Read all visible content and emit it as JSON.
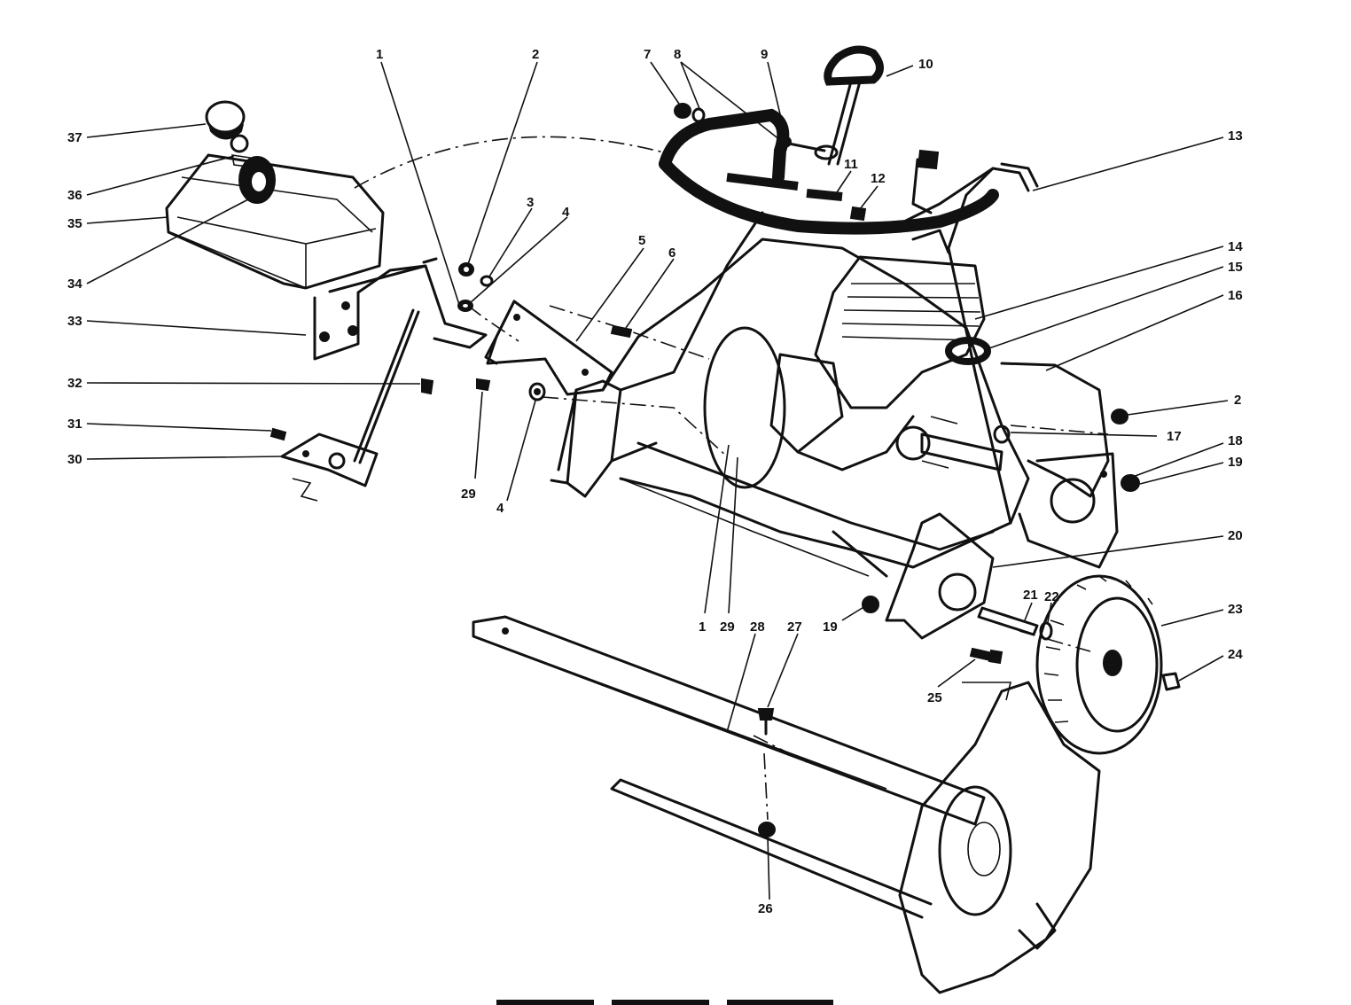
{
  "callouts": [
    {
      "id": "c1a",
      "label": "1"
    },
    {
      "id": "c2a",
      "label": "2"
    },
    {
      "id": "c3",
      "label": "3"
    },
    {
      "id": "c4a",
      "label": "4"
    },
    {
      "id": "c5",
      "label": "5"
    },
    {
      "id": "c6",
      "label": "6"
    },
    {
      "id": "c7",
      "label": "7"
    },
    {
      "id": "c8",
      "label": "8"
    },
    {
      "id": "c9",
      "label": "9"
    },
    {
      "id": "c10",
      "label": "10"
    },
    {
      "id": "c11",
      "label": "11"
    },
    {
      "id": "c12",
      "label": "12"
    },
    {
      "id": "c13",
      "label": "13"
    },
    {
      "id": "c14",
      "label": "14"
    },
    {
      "id": "c15",
      "label": "15"
    },
    {
      "id": "c16",
      "label": "16"
    },
    {
      "id": "c2b",
      "label": "2"
    },
    {
      "id": "c17",
      "label": "17"
    },
    {
      "id": "c18",
      "label": "18"
    },
    {
      "id": "c19a",
      "label": "19"
    },
    {
      "id": "c20",
      "label": "20"
    },
    {
      "id": "c21",
      "label": "21"
    },
    {
      "id": "c22",
      "label": "22"
    },
    {
      "id": "c23",
      "label": "23"
    },
    {
      "id": "c24",
      "label": "24"
    },
    {
      "id": "c25",
      "label": "25"
    },
    {
      "id": "c26",
      "label": "26"
    },
    {
      "id": "c27",
      "label": "27"
    },
    {
      "id": "c28",
      "label": "28"
    },
    {
      "id": "c29a",
      "label": "29"
    },
    {
      "id": "c1b",
      "label": "1"
    },
    {
      "id": "c19b",
      "label": "19"
    },
    {
      "id": "c29b",
      "label": "29"
    },
    {
      "id": "c4b",
      "label": "4"
    },
    {
      "id": "c30",
      "label": "30"
    },
    {
      "id": "c31",
      "label": "31"
    },
    {
      "id": "c32",
      "label": "32"
    },
    {
      "id": "c33",
      "label": "33"
    },
    {
      "id": "c34",
      "label": "34"
    },
    {
      "id": "c35",
      "label": "35"
    },
    {
      "id": "c36",
      "label": "36"
    },
    {
      "id": "c37",
      "label": "37"
    }
  ]
}
